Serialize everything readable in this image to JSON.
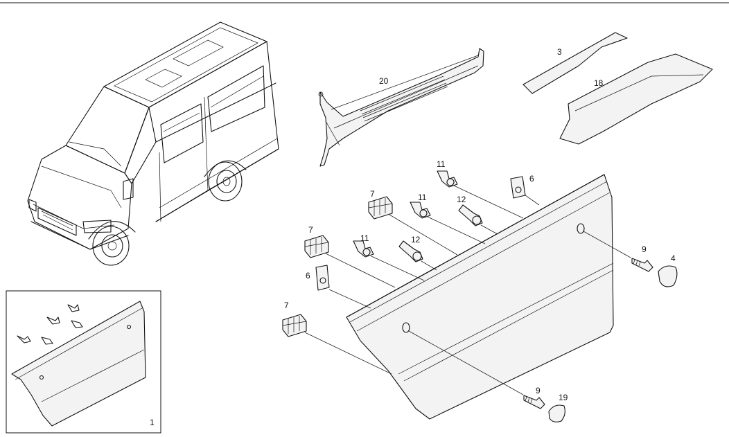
{
  "callouts": {
    "c1": "1",
    "c3": "3",
    "c4": "4",
    "c6a": "6",
    "c6b": "6",
    "c7a": "7",
    "c7b": "7",
    "c7c": "7",
    "c9a": "9",
    "c9b": "9",
    "c11a": "11",
    "c11b": "11",
    "c11c": "11",
    "c12a": "12",
    "c12b": "12",
    "c18": "18",
    "c19": "19",
    "c20": "20"
  }
}
